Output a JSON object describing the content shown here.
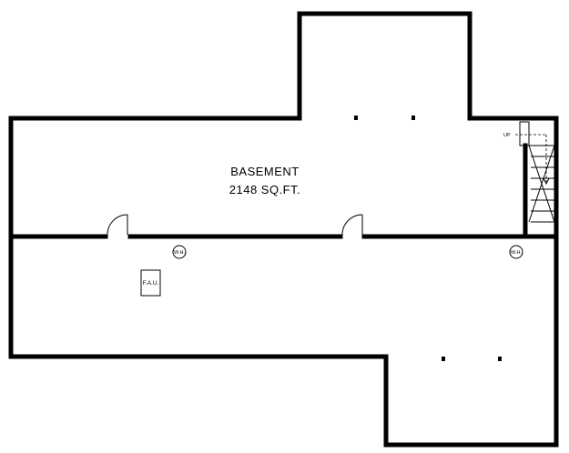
{
  "room": {
    "name": "BASEMENT",
    "area": "2148 SQ.FT."
  },
  "stair": {
    "label": "UP"
  },
  "fixtures": {
    "water_heater_1": "W.H.",
    "water_heater_2": "W.H.",
    "furnace": "F.A.U."
  }
}
